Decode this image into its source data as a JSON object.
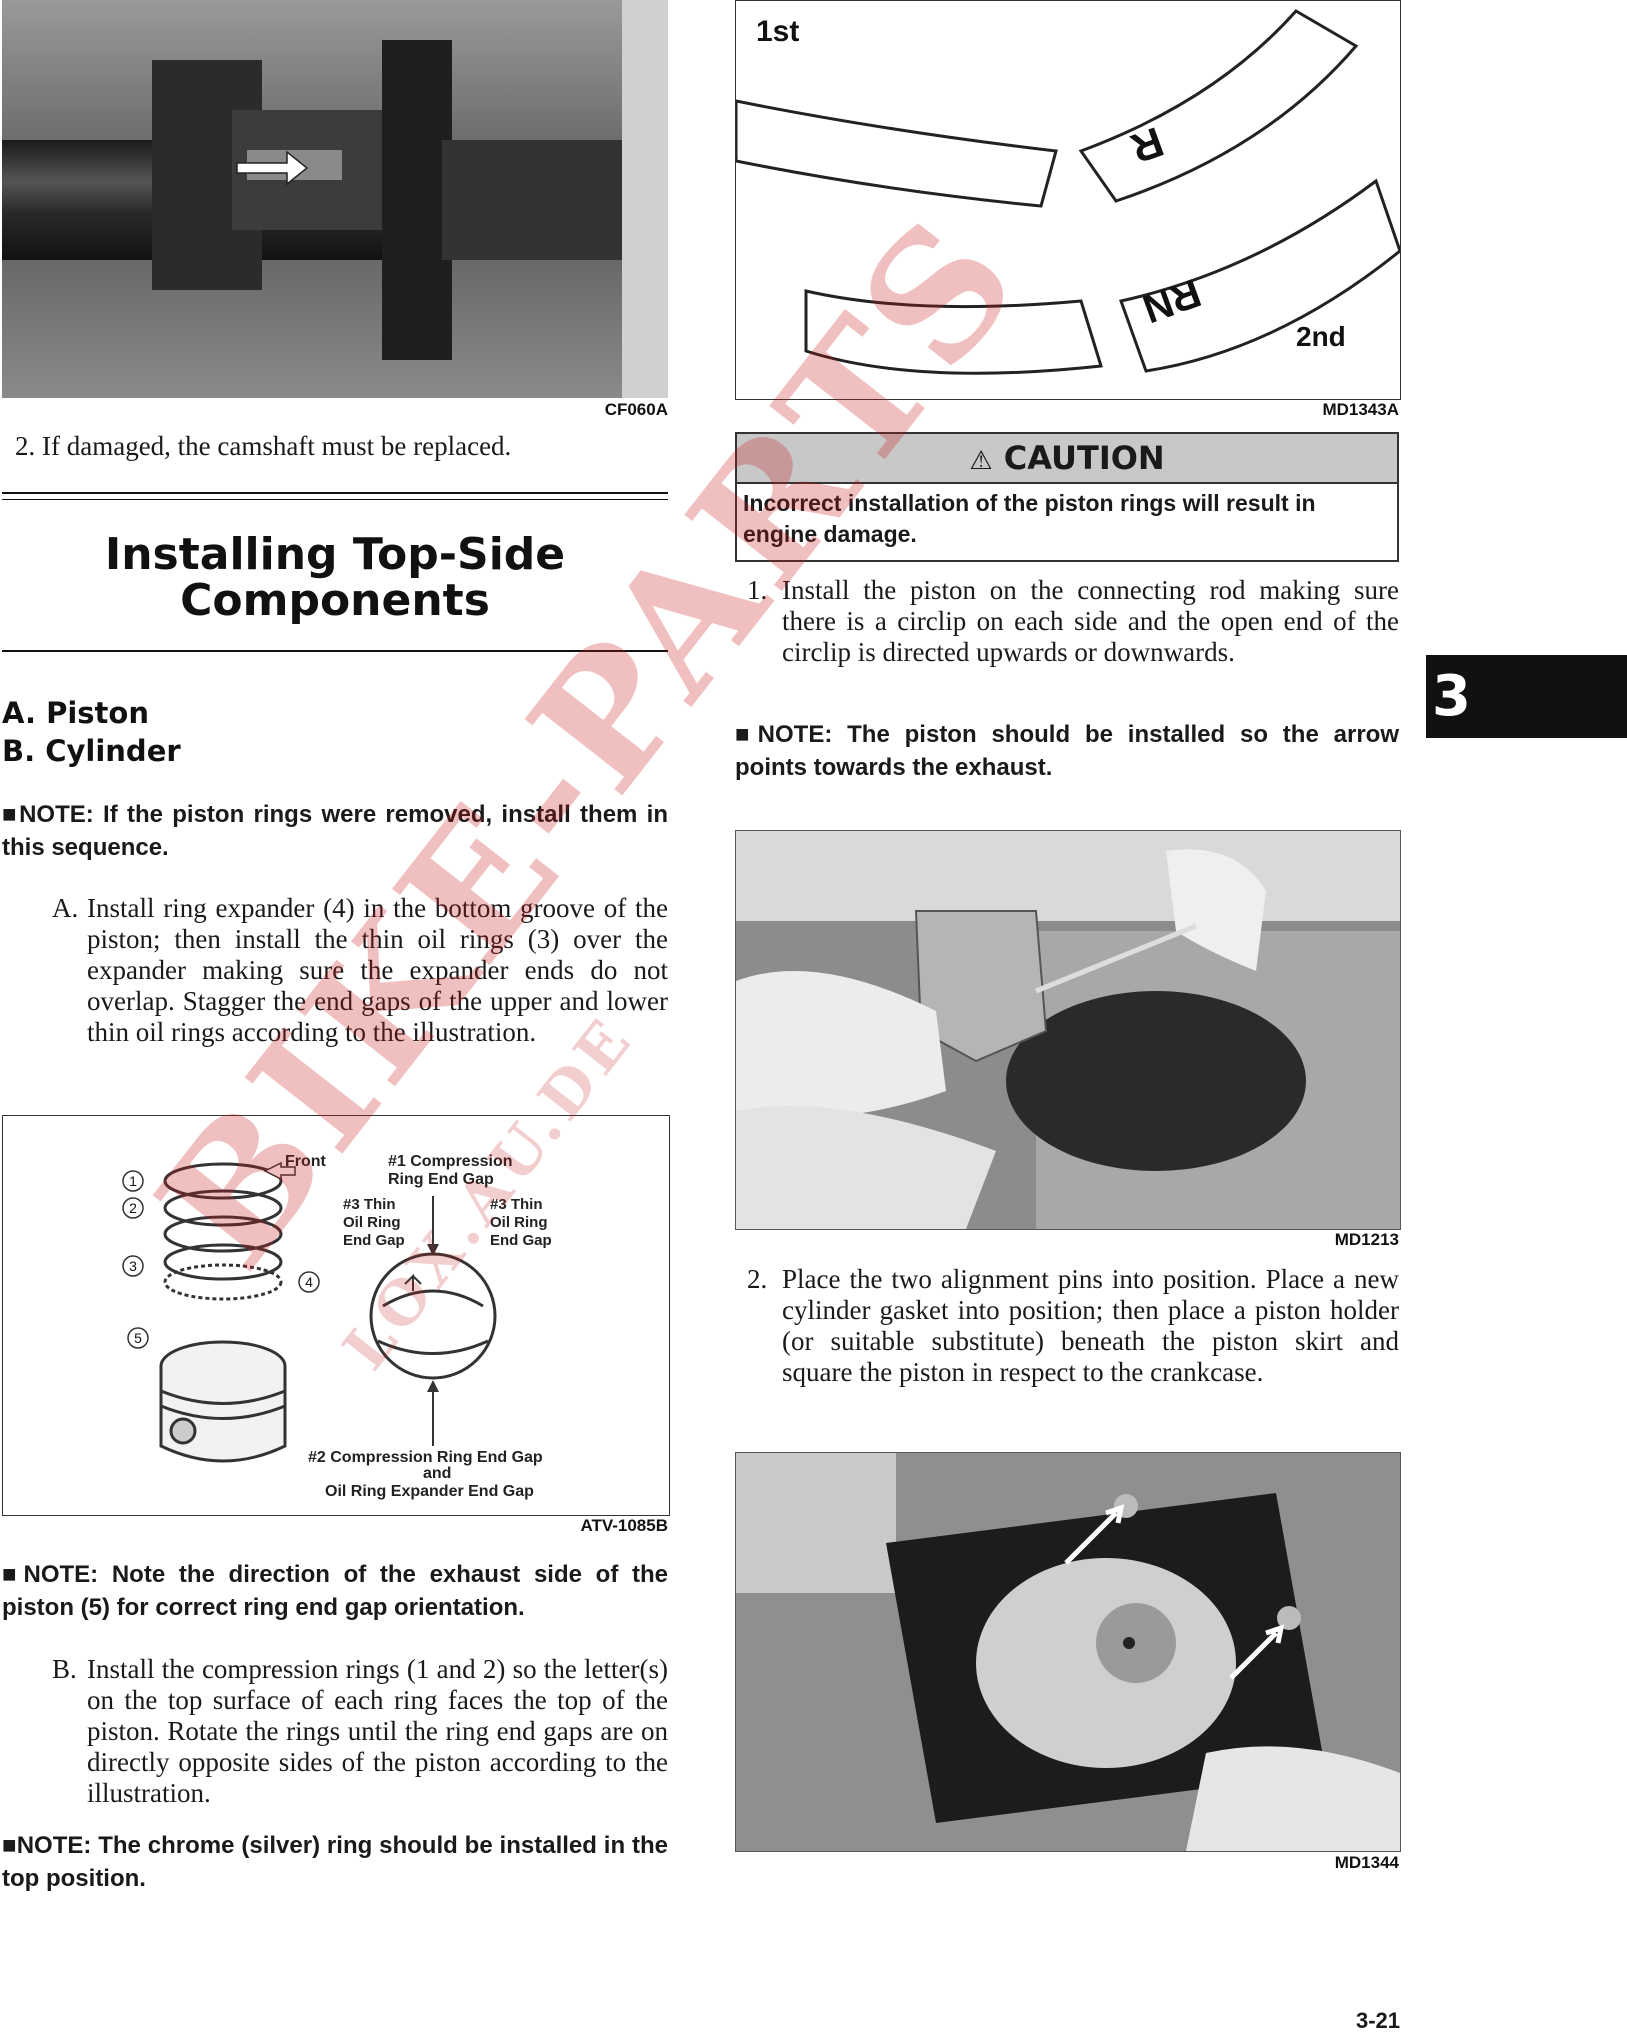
{
  "figures": {
    "camshaft": {
      "label": "CF060A"
    },
    "rings": {
      "label": "MD1343A",
      "first": "1st",
      "second": "2nd",
      "mark_r": "R",
      "mark_rn": "RN"
    },
    "piston_diagram": {
      "label": "ATV-1085B",
      "front": "Front",
      "comp1": "#1 Compression",
      "comp1b": "Ring End Gap",
      "thin_left_1": "#3 Thin",
      "thin_left_2": "Oil Ring",
      "thin_left_3": "End Gap",
      "thin_right_1": "#3 Thin",
      "thin_right_2": "Oil Ring",
      "thin_right_3": "End Gap",
      "comp2": "#2 Compression Ring End Gap",
      "and": "and",
      "expander": "Oil Ring Expander End Gap",
      "callouts": [
        "1",
        "2",
        "3",
        "4",
        "5"
      ]
    },
    "piston_install": {
      "label": "MD1213"
    },
    "gasket": {
      "label": "MD1344"
    }
  },
  "left": {
    "step2_num": "2.",
    "step2_text": "If damaged, the camshaft must be replaced.",
    "heading_line1": "Installing Top-Side",
    "heading_line2": "Components",
    "sub_a": "A. Piston",
    "sub_b": "B. Cylinder",
    "note1": "■NOTE: If the piston rings were removed, install them in this sequence.",
    "stepA_num": "A.",
    "stepA_text": "Install ring expander (4) in the bottom groove of the piston; then install the thin oil rings (3) over the expander making sure the expander ends do not overlap. Stagger the end gaps of the upper and lower thin oil rings according to the illustration.",
    "note2": "■NOTE: Note the direction of the exhaust side of the piston (5) for correct ring end gap orientation.",
    "stepB_num": "B.",
    "stepB_text": "Install the compression rings (1 and 2) so the letter(s) on the top surface of each ring faces the top of the piston. Rotate the rings until the ring end gaps are on directly opposite sides of the piston according to the illustration.",
    "note3": "■NOTE: The chrome (silver) ring should be installed in the top position."
  },
  "right": {
    "caution_title": "CAUTION",
    "caution_symbol": "⚠",
    "caution_text": "Incorrect installation of the piston rings will result in engine damage.",
    "step1_num": "1.",
    "step1_text": "Install the piston on the connecting rod making sure there is a circlip on each side and the open end of the circlip is directed upwards or downwards.",
    "note4": "■NOTE: The piston should be installed so the arrow points towards the exhaust.",
    "step2_num": "2.",
    "step2_text": "Place the two alignment pins into position. Place a new cylinder gasket into position; then place a piston holder (or suitable substitute) beneath the piston skirt and square the piston in respect to the crankcase."
  },
  "tab": {
    "number": "3"
  },
  "page_number": "3-21",
  "watermark": {
    "main": "BIKE-PARTS",
    "sub": "LOX.AU.DE"
  }
}
